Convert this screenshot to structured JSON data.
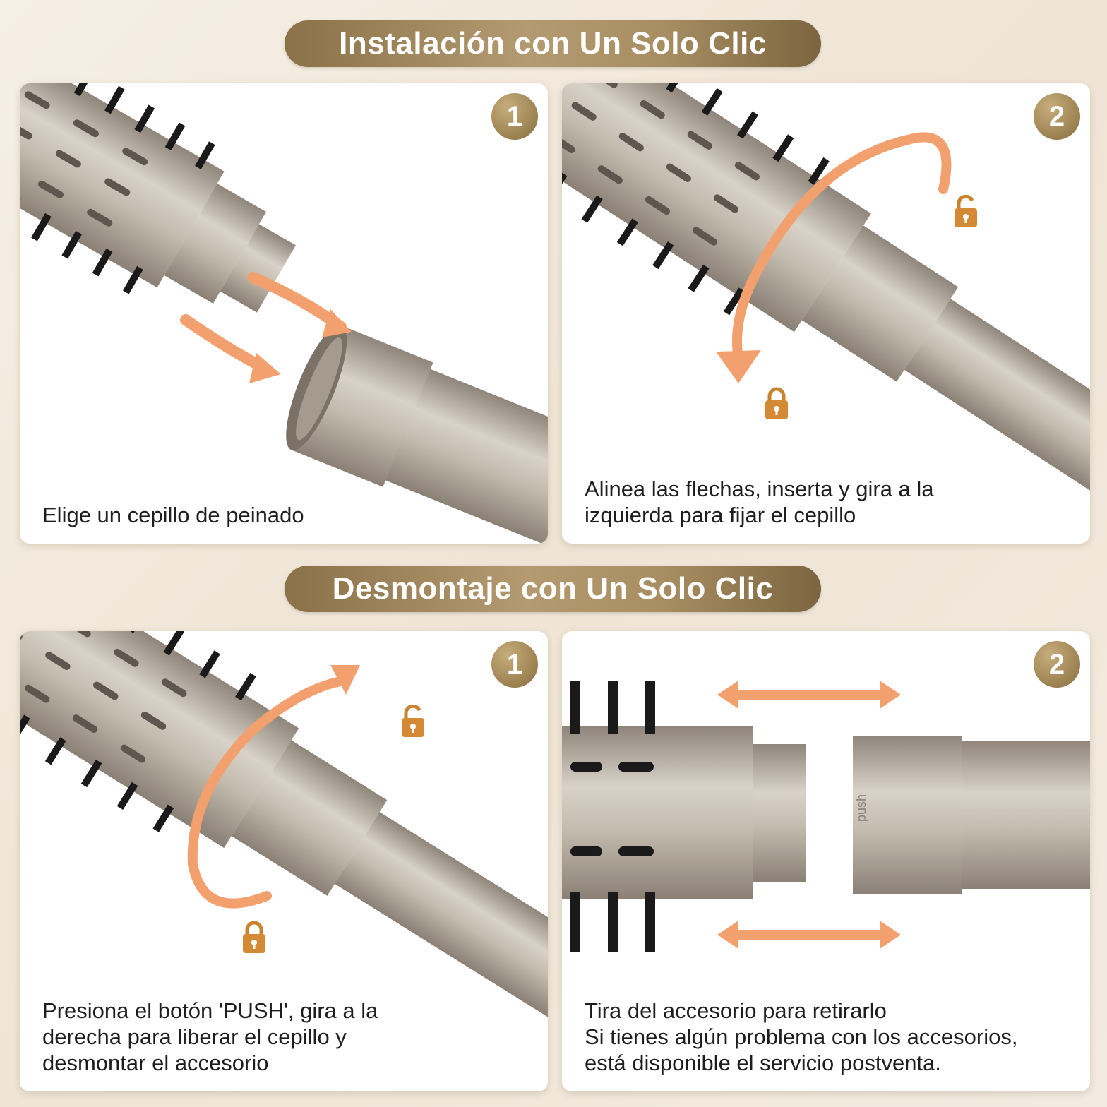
{
  "install": {
    "title": "Instalación con Un Solo Clic",
    "steps": [
      {
        "number": "1",
        "caption": [
          "Elige un cepillo de peinado"
        ]
      },
      {
        "number": "2",
        "caption": [
          "Alinea las flechas, inserta y gira a la",
          "izquierda para fijar el cepillo"
        ]
      }
    ]
  },
  "removal": {
    "title": "Desmontaje con Un Solo Clic",
    "steps": [
      {
        "number": "1",
        "caption": [
          "Presiona el botón 'PUSH', gira a la",
          "derecha para liberar el cepillo y",
          "desmontar el accesorio"
        ]
      },
      {
        "number": "2",
        "caption": [
          "Tira del accesorio para retirarlo",
          "Si tienes algún problema con los accesorios,",
          "está disponible el servicio postventa."
        ]
      }
    ]
  },
  "icons": {
    "lock": "lock-icon",
    "unlock": "unlock-icon",
    "arrow": "orange-arrow"
  },
  "colors": {
    "accent": "#f2a06e",
    "gold": "#9b8050",
    "metal": "#bdb3a6"
  }
}
